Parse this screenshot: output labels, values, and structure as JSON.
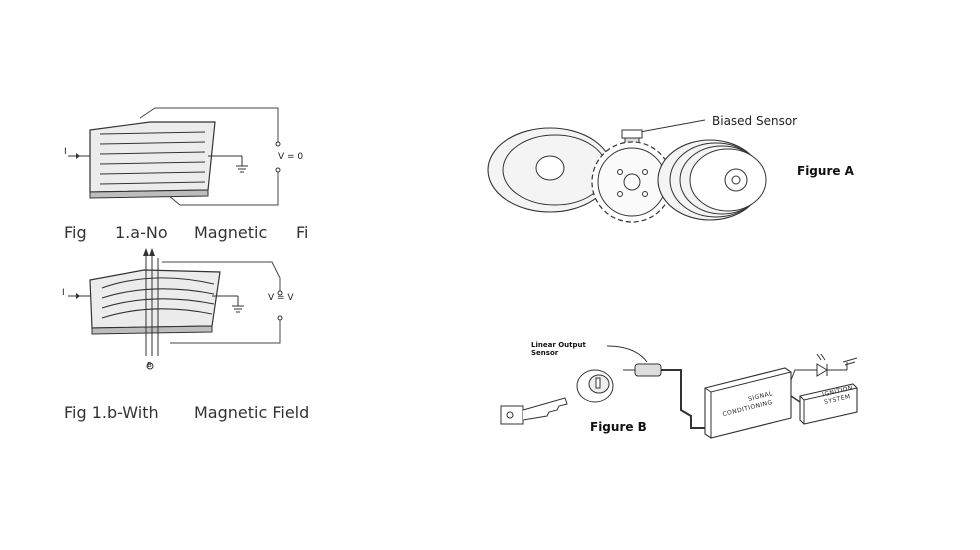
{
  "fig1a": {
    "caption_parts": [
      "Fig",
      "1.a-No",
      "Magnetic",
      "Fi"
    ],
    "current_label": "I",
    "voltage_label": "V = 0"
  },
  "fig1b": {
    "caption_parts": [
      "Fig 1.b-With",
      "Magnetic Field"
    ],
    "current_label": "I",
    "voltage_label": "V = V",
    "field_label": "B"
  },
  "figure_a": {
    "sensor_label": "Biased Sensor",
    "title": "Figure A"
  },
  "figure_b": {
    "sensor_label_line1": "Linear Output",
    "sensor_label_line2": "Sensor",
    "title": "Figure B",
    "box1_line1": "SIGNAL",
    "box1_line2": "CONDITIONING",
    "box2_line1": "IGNITION",
    "box2_line2": "SYSTEM"
  },
  "colors": {
    "line": "#333333",
    "plate": "#e8e8e8",
    "caption": "#333333"
  }
}
